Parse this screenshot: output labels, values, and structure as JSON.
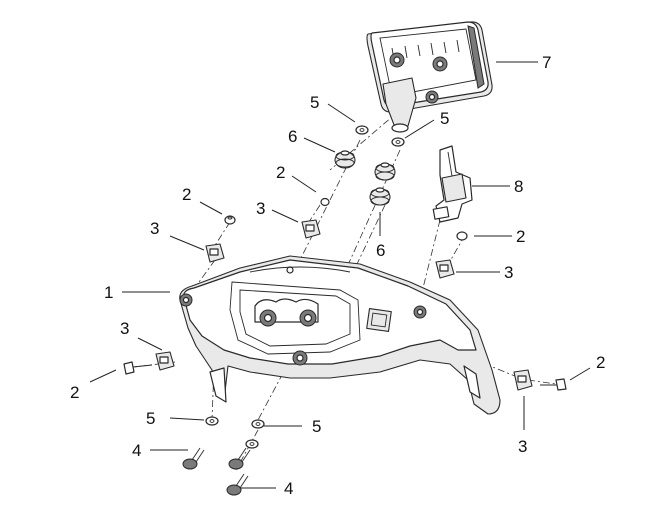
{
  "callouts": [
    {
      "id": "c7",
      "label": "7"
    },
    {
      "id": "c5a",
      "label": "5"
    },
    {
      "id": "c5b",
      "label": "5"
    },
    {
      "id": "c6a",
      "label": "6"
    },
    {
      "id": "c2a",
      "label": "2"
    },
    {
      "id": "c8",
      "label": "8"
    },
    {
      "id": "c2b",
      "label": "2"
    },
    {
      "id": "c3a",
      "label": "3"
    },
    {
      "id": "c3b",
      "label": "3"
    },
    {
      "id": "c2c",
      "label": "2"
    },
    {
      "id": "c6b",
      "label": "6"
    },
    {
      "id": "c3c",
      "label": "3"
    },
    {
      "id": "c1",
      "label": "1"
    },
    {
      "id": "c3d",
      "label": "3"
    },
    {
      "id": "c2d",
      "label": "2"
    },
    {
      "id": "c2e",
      "label": "2"
    },
    {
      "id": "c5c",
      "label": "5"
    },
    {
      "id": "c5d",
      "label": "5"
    },
    {
      "id": "c3e",
      "label": "3"
    },
    {
      "id": "c4a",
      "label": "4"
    },
    {
      "id": "c4b",
      "label": "4"
    }
  ]
}
